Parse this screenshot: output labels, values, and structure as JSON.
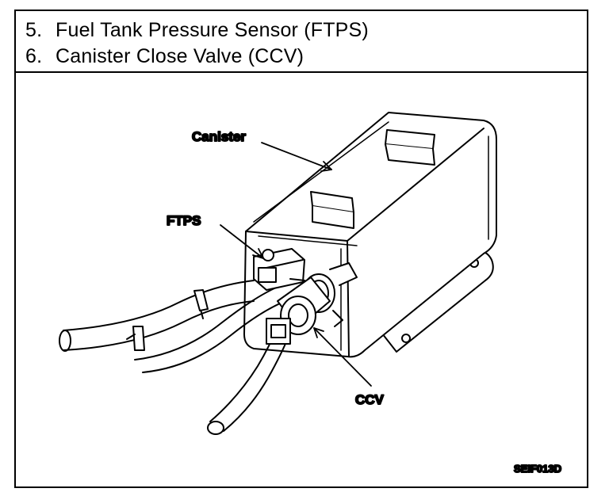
{
  "header": {
    "items": [
      {
        "number": "5.",
        "text": "Fuel Tank Pressure Sensor (FTPS)"
      },
      {
        "number": "6.",
        "text": "Canister Close Valve (CCV)"
      }
    ]
  },
  "callouts": {
    "canister": "Canister",
    "ftps": "FTPS",
    "ccv": "CCV"
  },
  "figure_code": "SEIF013D"
}
